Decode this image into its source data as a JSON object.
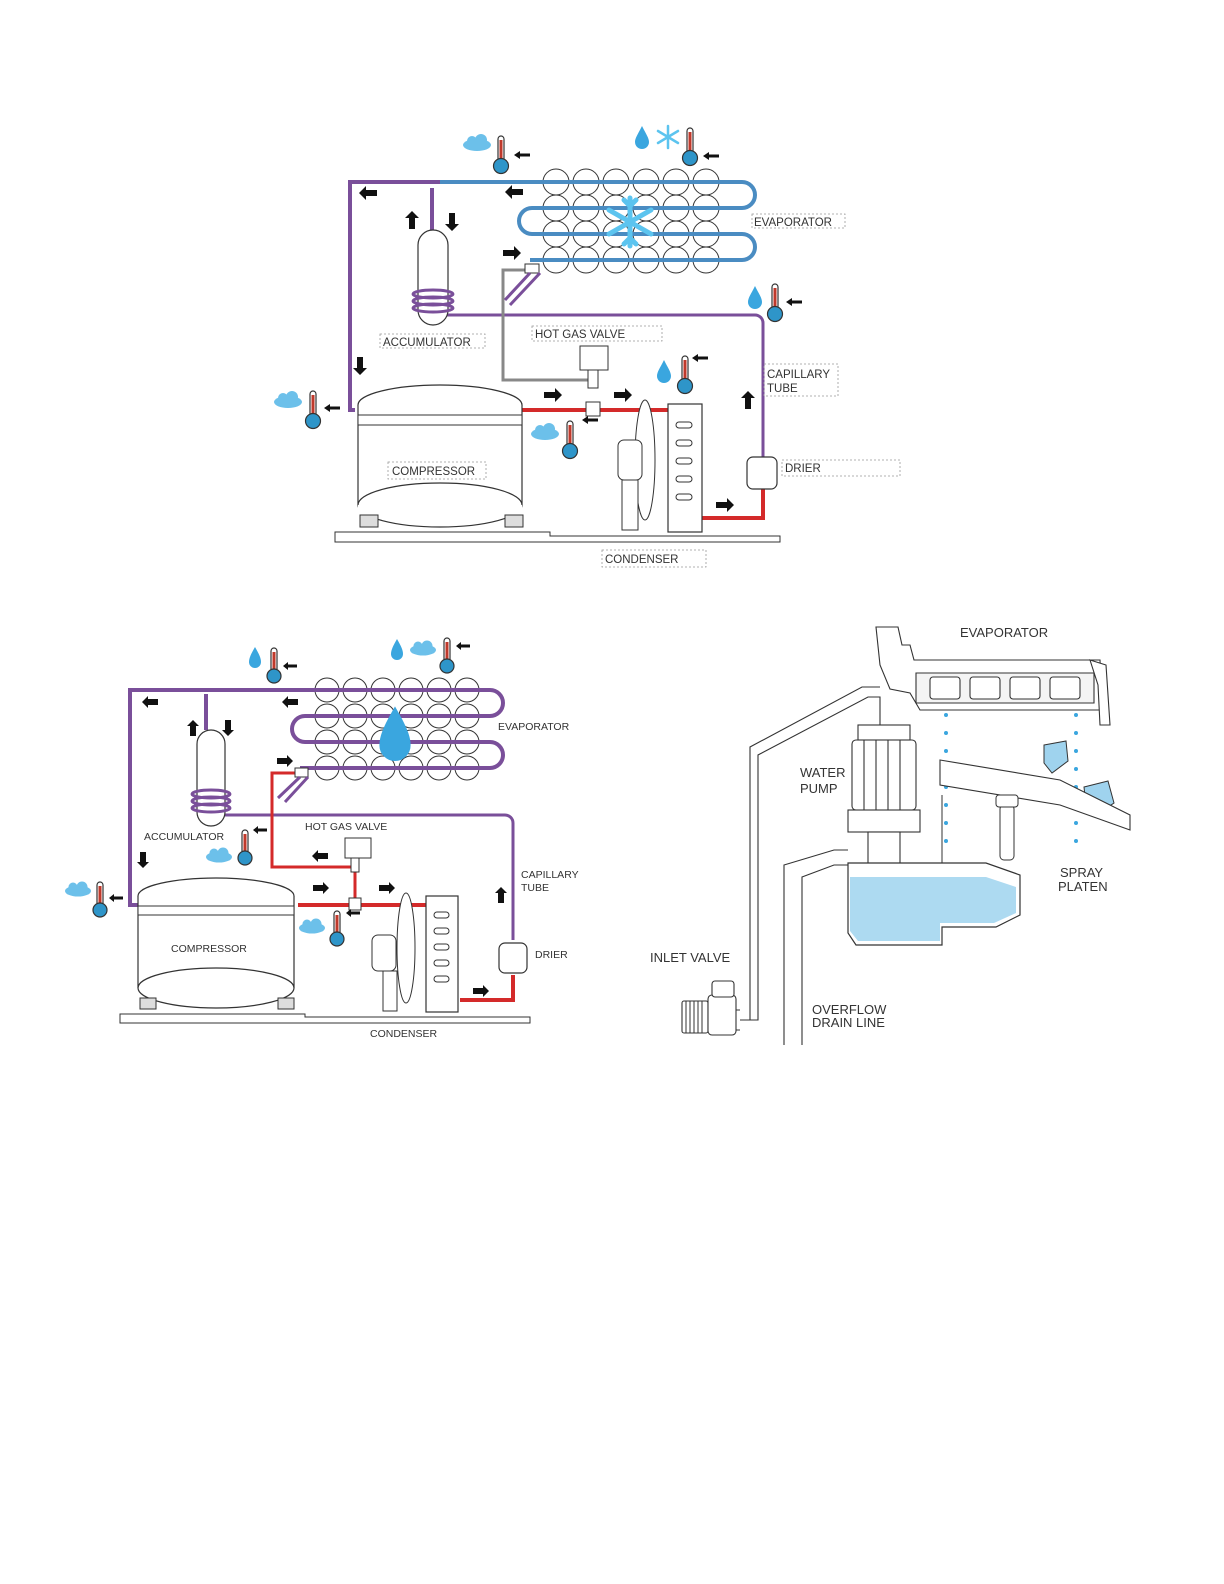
{
  "diagram_top": {
    "labels": {
      "evaporator": "EVAPORATOR",
      "accumulator": "ACCUMULATOR",
      "hot_gas_valve": "HOT GAS VALVE",
      "capillary_tube_line1": "CAPILLARY",
      "capillary_tube_line2": "TUBE",
      "compressor": "COMPRESSOR",
      "drier": "DRIER",
      "condenser": "CONDENSER"
    }
  },
  "diagram_bottom_left": {
    "labels": {
      "evaporator": "EVAPORATOR",
      "accumulator": "ACCUMULATOR",
      "hot_gas_valve": "HOT GAS VALVE",
      "capillary_tube_line1": "CAPILLARY",
      "capillary_tube_line2": "TUBE",
      "compressor": "COMPRESSOR",
      "drier": "DRIER",
      "condenser": "CONDENSER"
    }
  },
  "diagram_bottom_right": {
    "labels": {
      "evaporator": "EVAPORATOR",
      "water_pump_line1": "WATER",
      "water_pump_line2": "PUMP",
      "spray_platen_line1": "SPRAY",
      "spray_platen_line2": "PLATEN",
      "inlet_valve": "INLET VALVE",
      "overflow_line1": "OVERFLOW",
      "overflow_line2": "DRAIN LINE"
    }
  },
  "colors": {
    "suction_line": "#7a4f9a",
    "hot_line": "#d42a2a",
    "cold_line": "#4a8cc2",
    "water": "#9fd3ee",
    "ice": "#6fc8ec"
  },
  "icons": [
    "thermometer-icon",
    "cloud-icon",
    "water-drop-icon",
    "snowflake-icon",
    "flow-arrow-icon"
  ]
}
